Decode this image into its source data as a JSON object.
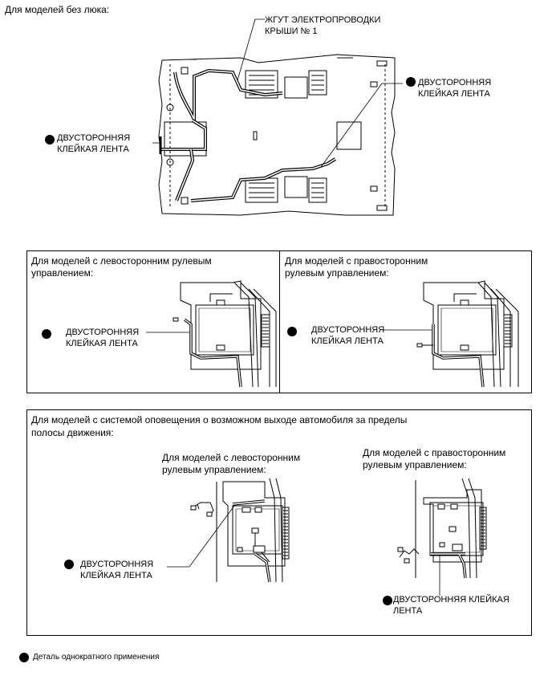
{
  "top": {
    "title": "Для моделей без люка:",
    "harness_label": "ЖГУТ ЭЛЕКТРОПРОВОДКИ\nКРЫШИ № 1",
    "tape_left": "ДВУСТОРОННЯЯ\nКЛЕЙКАЯ ЛЕНТА",
    "tape_right": "ДВУСТОРОННЯЯ\nКЛЕЙКАЯ ЛЕНТА"
  },
  "steering_panel": {
    "lhd_title": "Для моделей с левосторонним рулевым\nуправлением:",
    "lhd_tape": "ДВУСТОРОННЯЯ\nКЛЕЙКАЯ ЛЕНТА",
    "rhd_title": "Для моделей с правосторонним\nрулевым управлением:",
    "rhd_tape": "ДВУСТОРОННЯЯ\nКЛЕЙКАЯ ЛЕНТА"
  },
  "lane_panel": {
    "title": "Для моделей с системой оповещения о возможном выходе автомобиля за пределы\nполосы движения:",
    "lhd_title": "Для моделей с левосторонним\nрулевым управлением:",
    "lhd_tape": "ДВУСТОРОННЯЯ\nКЛЕЙКАЯ ЛЕНТА",
    "rhd_title": "Для моделей с правосторонним\nрулевым управлением:",
    "rhd_tape": "ДВУСТОРОННЯЯ КЛЕЙКАЯ\nЛЕНТА"
  },
  "legend": {
    "text": "Деталь однократного применения"
  }
}
